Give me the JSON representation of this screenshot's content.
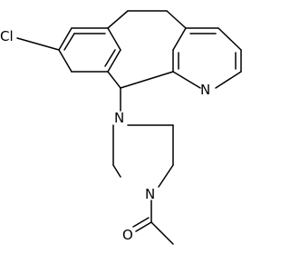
{
  "atom_labels": {
    "chlorine": "Cl",
    "pyridine_nitrogen": "N",
    "piperidine_nitrogen": "N",
    "piperazine_nitrogen": "N",
    "carbonyl_oxygen": "O"
  },
  "colors": {
    "bond": "#000000",
    "label": "#000000",
    "background": "#ffffff"
  }
}
